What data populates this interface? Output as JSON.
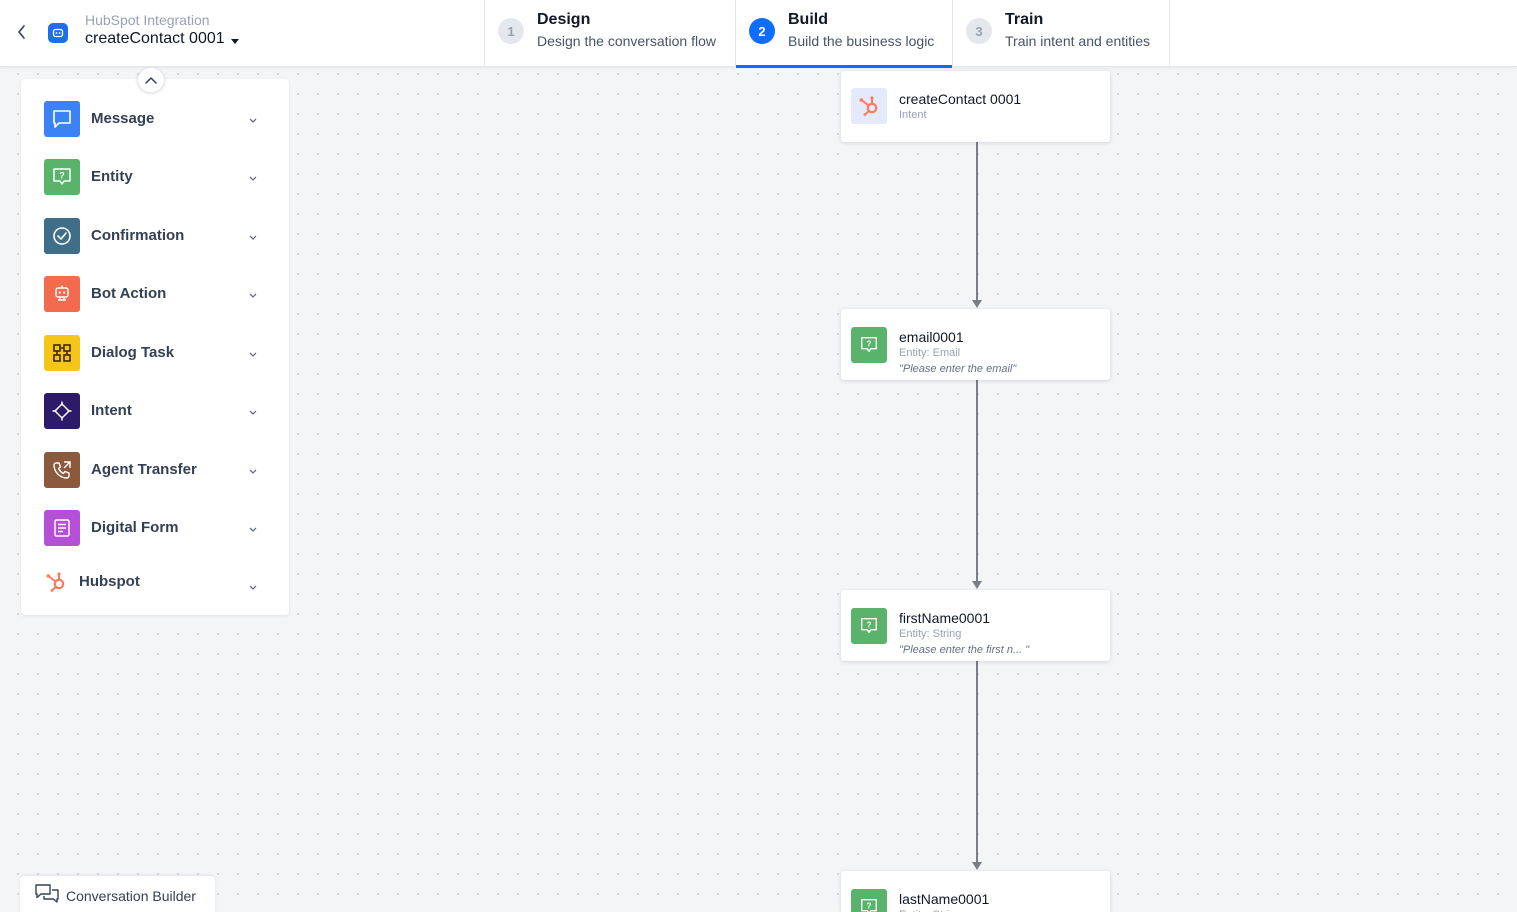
{
  "header": {
    "app_name": "HubSpot Integration",
    "bot_title": "createContact 0001",
    "steps": [
      {
        "number": "1",
        "title": "Design",
        "subtitle": "Design the conversation flow"
      },
      {
        "number": "2",
        "title": "Build",
        "subtitle": "Build the business logic"
      },
      {
        "number": "3",
        "title": "Train",
        "subtitle": "Train intent and entities"
      }
    ],
    "active_step": "Build"
  },
  "panel": {
    "items": [
      {
        "label": "Message",
        "icon": "message-icon",
        "color": "#3b82f6"
      },
      {
        "label": "Entity",
        "icon": "entity-icon",
        "color": "#5ab36a"
      },
      {
        "label": "Confirmation",
        "icon": "confirmation-icon",
        "color": "#3f6e88"
      },
      {
        "label": "Bot Action",
        "icon": "bot-action-icon",
        "color": "#f26b4e"
      },
      {
        "label": "Dialog Task",
        "icon": "dialog-task-icon",
        "color": "#f5c518"
      },
      {
        "label": "Intent",
        "icon": "intent-icon",
        "color": "#2d1b69"
      },
      {
        "label": "Agent Transfer",
        "icon": "agent-transfer-icon",
        "color": "#8b5a3c"
      },
      {
        "label": "Digital Form",
        "icon": "digital-form-icon",
        "color": "#b44fd6"
      },
      {
        "label": "Hubspot",
        "icon": "hubspot-icon",
        "color": "#ff7a59"
      }
    ]
  },
  "flow": {
    "nodes": [
      {
        "title": "createContact 0001",
        "type": "Intent",
        "prompt": ""
      },
      {
        "title": "email0001",
        "type": "Entity: Email",
        "prompt": "\"Please enter the email\""
      },
      {
        "title": "firstName0001",
        "type": "Entity: String",
        "prompt": "\"Please enter the first n... \""
      },
      {
        "title": "lastName0001",
        "type": "Entity: String",
        "prompt": ""
      }
    ]
  },
  "footer": {
    "conversation_builder_label": "Conversation Builder"
  }
}
